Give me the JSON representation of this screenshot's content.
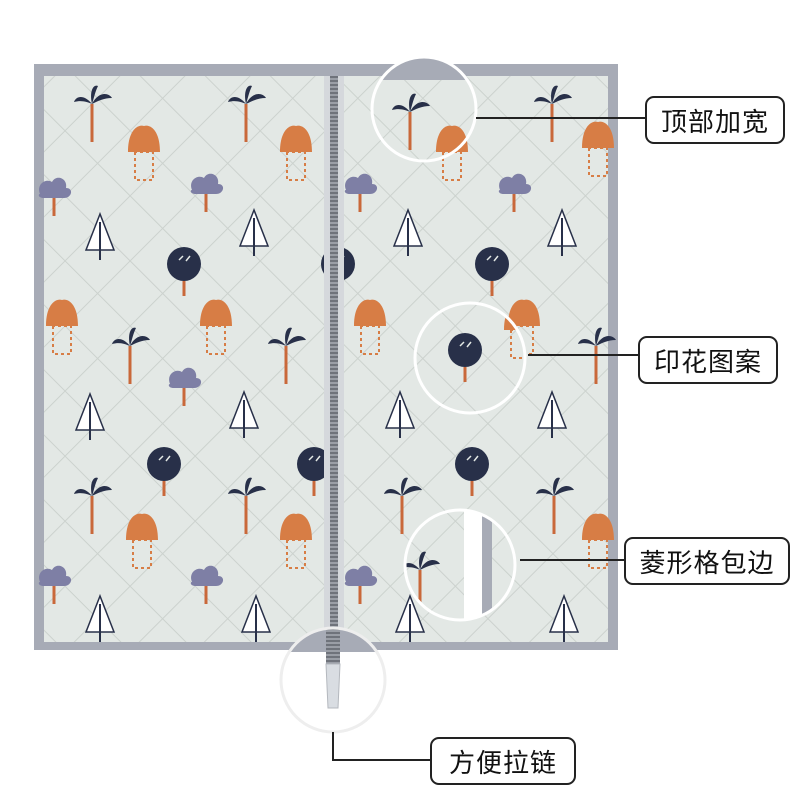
{
  "callouts": [
    {
      "id": "top",
      "label": "顶部加宽"
    },
    {
      "id": "print",
      "label": "印花图案"
    },
    {
      "id": "edge",
      "label": "菱形格包边"
    },
    {
      "id": "zipper",
      "label": "方便拉链"
    }
  ],
  "colors": {
    "fabric": "#e3e8e5",
    "binding": "#a7abb6",
    "zipper": "#8a8d95",
    "navy": "#283049",
    "orange": "#d77d45",
    "lavender": "#7e7fa5",
    "line": "#222222"
  }
}
